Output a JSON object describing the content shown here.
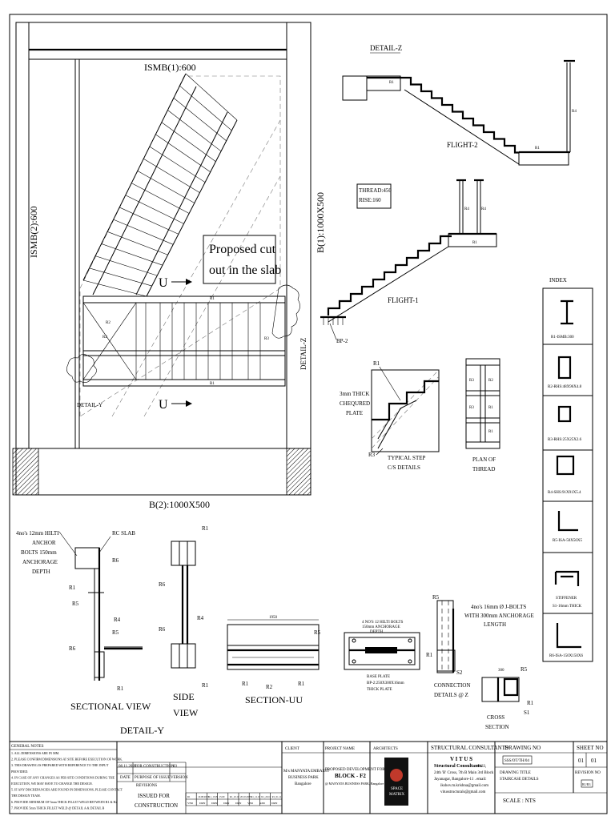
{
  "plan": {
    "beam_top": "ISMB(1):600",
    "beam_left": "ISMB(2):600",
    "beam_right": "B(1):1000X500",
    "beam_bottom": "B(2):1000X500",
    "note": [
      "Proposed cut",
      "out in the slab"
    ],
    "detail_y": "DETAIL-Y",
    "detail_z": "DETAIL-Z",
    "section_mark": "U",
    "member_tags": [
      "R1",
      "R2",
      "R3",
      "R4",
      "R5",
      "R6",
      "S1",
      "S2"
    ]
  },
  "flight2": {
    "detail": "DETAIL-Z",
    "label": "FLIGHT-2"
  },
  "flight1": {
    "label": "FLIGHT-1",
    "bp": "BP-2",
    "thread": "THREAD:450",
    "rise": "RISE:160"
  },
  "typical_step": {
    "plate": [
      "3mm THICK",
      "CHEQURED",
      "PLATE"
    ],
    "caption": [
      "TYPICAL STEP",
      "C/S DETAILS"
    ]
  },
  "plan_thread": {
    "caption": [
      "PLAN OF",
      "THREAD"
    ]
  },
  "index": {
    "title": "INDEX",
    "items": [
      "R1-ISMB:300",
      "R2-RHS:48X96X4.8",
      "R3-RHS:25X25X2.6",
      "R4-SHS:91X91X5.4",
      "R5-ISA-50X50X5",
      "STIFFENER",
      "S1-16mm THICK",
      "R6-ISA-150X150X6"
    ]
  },
  "detail_y_sec": {
    "anchor": [
      "4no's 12mm HILTI",
      "ANCHOR",
      "BOLTS 150mm",
      "ANCHORAGE",
      "DEPTH"
    ],
    "rc_slab": "RC SLAB",
    "sectional": "SECTIONAL VIEW",
    "side": [
      "SIDE",
      "VIEW"
    ],
    "title": "DETAIL-Y"
  },
  "section_uu": {
    "title": "SECTION-UU",
    "dim": "1950"
  },
  "base_plate": {
    "caption": [
      "BASE PLATE",
      "BP-2:250X300X16mm",
      "THICK PLATE"
    ],
    "note": [
      "4 NO'S 12 HILTI BOLTS",
      "150mm ANCHORAGE",
      "DEPTH"
    ]
  },
  "connection": {
    "bolts": [
      "4no's 16mm Ø J-BOLTS",
      "WITH 300mm ANCHORAGE",
      "LENGTH"
    ],
    "caption": [
      "CONNECTION",
      "DETAILS @ Z"
    ]
  },
  "cross_section": {
    "caption": [
      "CROSS",
      "SECTION"
    ],
    "dim": "300"
  },
  "title_block": {
    "general_notes_title": "GENERAL NOTES",
    "general_notes": [
      "1. ALL DIMENSIONS ARE IN MM.",
      "2. PLEASE CONFIRM DIMENSIONS AT SITE BEFORE EXECUTION OF WORK.",
      "3. THIS DRAWING IS PREPARED WITH REFERENCE TO THE INPUT",
      "   PROVIDED.",
      "4. IN CASE OF ANY CHANGES AS PER SITE CONDITIONS DURING THE",
      "   EXECUTION, WE MAY HAVE TO CHANGE THE DESIGN.",
      "5. IF ANY DISCREPANCIES ARE FOUND IN DIMENSIONS, PLEASE CONTACT",
      "   THE DESIGN TEAM.",
      "6. PROVIDE MINIMUM OF 5mm THICK FILLET WELD BETWEEN R1 & R2",
      "7. PROVIDE 5mm THICK FILLET WELD @ DETAIL A & DETAIL B"
    ],
    "issue_date": "08.11.2023",
    "issue_purpose": "FOR CONSTRUCTION",
    "issue_version": "03",
    "date_hdr": "DATE",
    "purpose_hdr": "PURPOSE OF ISSUE",
    "version_hdr": "VERSION",
    "revisions_hdr": "REVISIONS",
    "issued_for": [
      "ISSUED FOR",
      "CONSTRUCTION"
    ],
    "rev_row1": [
      "R1",
      "10.08.2023",
      "R1_13.09",
      "15.09",
      "R1_10.10",
      "20.10.2023",
      "R1_11.10",
      "R1_20.10",
      "R1_01.11"
    ],
    "rev_row2": [
      "VER",
      "DRN",
      "DRN",
      "DRN",
      "DRN",
      "VER",
      "APR",
      "DRN"
    ],
    "client_hdr": "CLIENT",
    "client": [
      "M/s MANYATA EMBASSY",
      "BUSINESS PARK",
      "Bangalore"
    ],
    "project_hdr": "PROJECT NAME",
    "project": [
      "PROPOSED DEVELOPMENT FOR",
      "BLOCK - F2",
      "@ MANYATA BUSINESS PARK, Bangalore"
    ],
    "architects_hdr": "ARCHITECTS",
    "architect_logo": [
      "SPACE",
      "MATRIX"
    ],
    "consultant_hdr": "STRUCTURAL CONSULTANTS",
    "consultant_name": "V I T U S",
    "consultant_sub": "Structural Consultants.",
    "consultant_addr": [
      "#183,",
      "24th 'B' Cross, 7th B Main 3rd Block",
      "Jayanagar, Bangalore-11 . email:",
      "ikshov.m.krishna@gmail.com",
      "vitusstructurals@gmail.com"
    ],
    "drawing_no_hdr": "DRAWING NO",
    "drawing_no": "SSS/OT/TH/04",
    "drawing_title_hdr": "DRAWING TITLE",
    "drawing_title": "STAIRCASE DETAILS",
    "scale": "SCALE : NTS",
    "sheet_no_hdr": "SHEET NO",
    "sheet_no": "01",
    "sheet_of": "01",
    "revision_no_hdr": "REVISION NO",
    "revision_no": "R1/R3"
  }
}
